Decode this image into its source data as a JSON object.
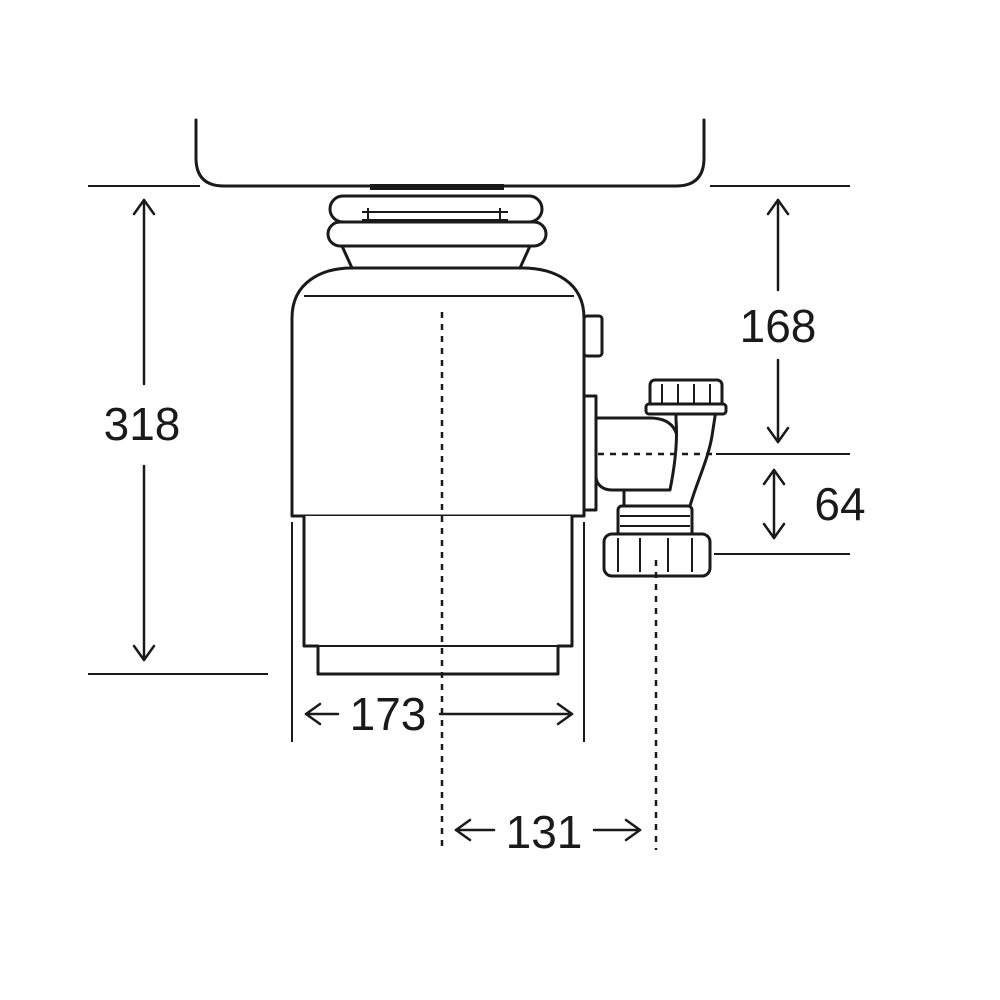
{
  "diagram": {
    "dimensions": {
      "total_height": "318",
      "inlet_height": "168",
      "outlet_offset": "64",
      "body_width": "173",
      "outlet_distance": "131"
    },
    "colors": {
      "stroke": "#1a1a1a",
      "background": "#ffffff"
    }
  }
}
